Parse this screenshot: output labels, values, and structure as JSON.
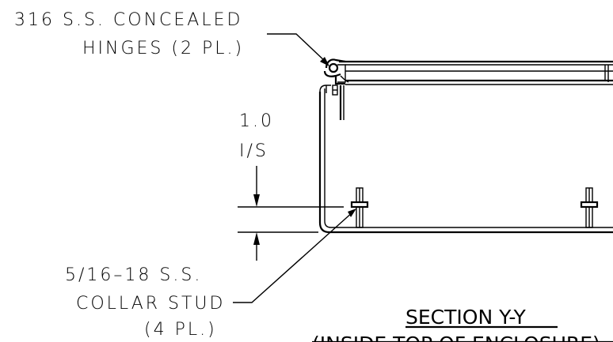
{
  "labels": {
    "hinge_line1": "316 S.S. CONCEALED",
    "hinge_line2": "HINGES (2 PL.)",
    "dim_value": "1.0",
    "dim_unit": "I/S",
    "stud_line1": "5/16–18 S.S.",
    "stud_line2": "COLLAR STUD",
    "stud_line3": "(4 PL.)",
    "section_title": "SECTION Y-Y",
    "section_subtitle": "(INSIDE TOP OF ENCLOSURE)"
  }
}
